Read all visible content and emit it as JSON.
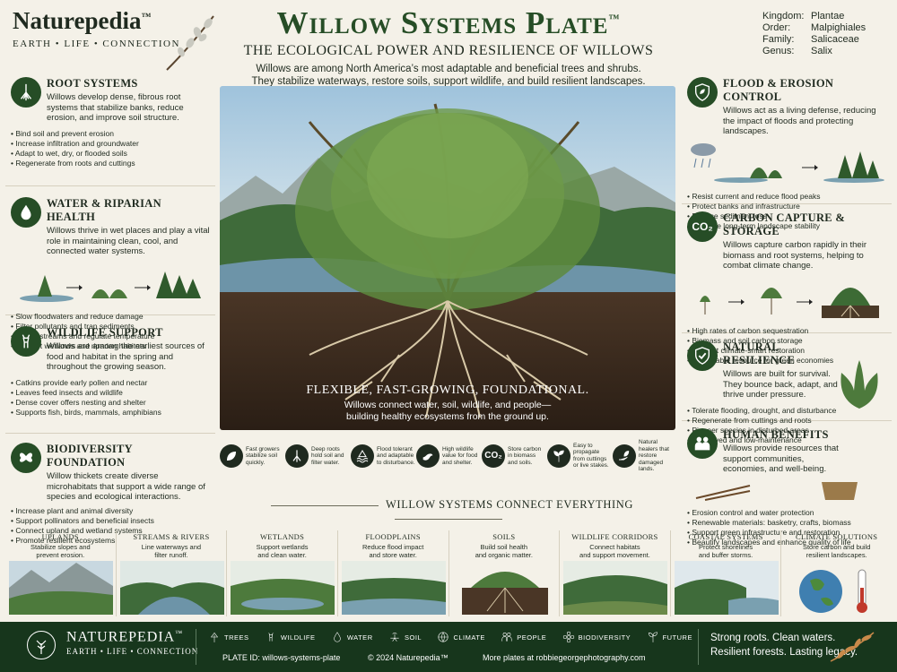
{
  "brand": {
    "name": "Naturepedia",
    "tm": "™",
    "tagline": "EARTH • LIFE • CONNECTION"
  },
  "header": {
    "title": "Willow Systems Plate",
    "tm": "™",
    "subtitle": "THE ECOLOGICAL POWER AND RESILIENCE OF WILLOWS",
    "intro_line1": "Willows are among North America’s most adaptable and beneficial trees and shrubs.",
    "intro_line2": "They stabilize waterways, restore soils, support wildlife, and build resilient landscapes."
  },
  "taxonomy": [
    {
      "k": "Kingdom:",
      "v": "Plantae"
    },
    {
      "k": "Order:",
      "v": "Malpighiales"
    },
    {
      "k": "Family:",
      "v": "Salicaceae"
    },
    {
      "k": "Genus:",
      "v": "Salix"
    }
  ],
  "left_panels": [
    {
      "icon": "roots-icon",
      "title": "Root Systems",
      "desc": "Willows develop dense, fibrous root systems that stabilize banks, reduce erosion, and improve soil structure.",
      "items": [
        "Bind soil and prevent erosion",
        "Increase infiltration and groundwater",
        "Adapt to wet, dry, or flooded soils",
        "Regenerate from roots and cuttings"
      ]
    },
    {
      "icon": "water-drop-icon",
      "title": "Water & Riparian Health",
      "desc": "Willows thrive in wet places and play a vital role in maintaining clean, cool, and connected water systems.",
      "items": [
        "Slow floodwaters and reduce damage",
        "Filter pollutants and trap sediments",
        "Shade streams and regulate temperature",
        "Support wetlands and riparian habitats"
      ]
    },
    {
      "icon": "deer-icon",
      "title": "Wildlife Support",
      "desc": "Willows are among the earliest sources of food and habitat in the spring and throughout the growing season.",
      "items": [
        "Catkins provide early pollen and nectar",
        "Leaves feed insects and wildlife",
        "Dense cover offers nesting and shelter",
        "Supports fish, birds, mammals, amphibians"
      ]
    },
    {
      "icon": "butterfly-icon",
      "title": "Biodiversity Foundation",
      "desc": "Willow thickets create diverse microhabitats that support a wide range of species and ecological interactions.",
      "items": [
        "Increase plant and animal diversity",
        "Support pollinators and beneficial insects",
        "Connect upland and wetland systems",
        "Promote resilient ecosystems"
      ]
    }
  ],
  "right_panels": [
    {
      "icon": "shield-leaf-icon",
      "title": "Flood & Erosion Control",
      "desc": "Willows act as a living defense, reducing the impact of floods and protecting landscapes.",
      "items": [
        "Resist current and reduce flood peaks",
        "Protect banks and infrastructure",
        "Reduce sediment loss",
        "Increase long-term landscape stability"
      ]
    },
    {
      "icon": "co2-icon",
      "icon_text": "CO₂",
      "title": "Carbon Capture & Storage",
      "desc": "Willows capture carbon rapidly in their biomass and root systems, helping to combat climate change.",
      "items": [
        "High rates of carbon sequestration",
        "Biomass and soil carbon storage",
        "Support climate-smart restoration",
        "Renewable resource for green economies"
      ]
    },
    {
      "icon": "shield-check-icon",
      "title": "Natural Resilience",
      "desc": "Willows are built for survival. They bounce back, adapt, and thrive under pressure.",
      "items": [
        "Tolerate flooding, drought, and disturbance",
        "Regenerate from cuttings and roots",
        "Pioneer species in disturbed areas",
        "Long-lived and low-maintenance"
      ]
    },
    {
      "icon": "people-icon",
      "title": "Human Benefits",
      "desc": "Willows provide resources that support communities, economies, and well-being.",
      "items": [
        "Erosion control and water protection",
        "Renewable materials: basketry, crafts, biomass",
        "Support green infrastructure and restoration",
        "Beautify landscapes and enhance quality of life"
      ]
    }
  ],
  "hero": {
    "caption_title": "FLEXIBLE, FAST-GROWING, FOUNDATIONAL.",
    "caption_line1": "Willows connect water, soil, wildlife, and people—",
    "caption_line2": "building healthy ecosystems from the ground up."
  },
  "features": [
    {
      "icon": "leaf-icon",
      "text": "Fast growers stabilize soil quickly."
    },
    {
      "icon": "roots-icon",
      "text": "Deep roots hold soil and filter water."
    },
    {
      "icon": "water-wave-icon",
      "text": "Flood tolerant and adaptable to disturbance."
    },
    {
      "icon": "bird-icon",
      "text": "High wildlife value for food and shelter."
    },
    {
      "icon": "co2-icon",
      "icon_text": "CO₂",
      "text": "Store carbon in biomass and soils."
    },
    {
      "icon": "seedling-icon",
      "text": "Easy to propagate from cuttings or live stakes."
    },
    {
      "icon": "hand-leaf-icon",
      "text": "Natural healers that restore damaged lands."
    }
  ],
  "connect_heading": "WILLOW SYSTEMS CONNECT EVERYTHING",
  "scenes": [
    {
      "title": "Uplands",
      "line1": "Stabilize slopes and",
      "line2": "prevent erosion."
    },
    {
      "title": "Streams & Rivers",
      "line1": "Line waterways and",
      "line2": "filter runoff."
    },
    {
      "title": "Wetlands",
      "line1": "Support wetlands",
      "line2": "and clean water."
    },
    {
      "title": "Floodplains",
      "line1": "Reduce flood impact",
      "line2": "and store water."
    },
    {
      "title": "Soils",
      "line1": "Build soil health",
      "line2": "and organic matter."
    },
    {
      "title": "Wildlife Corridors",
      "line1": "Connect habitats",
      "line2": "and support movement."
    },
    {
      "title": "Coastal Systems",
      "line1": "Protect shorelines",
      "line2": "and buffer storms."
    },
    {
      "title": "Climate Solutions",
      "line1": "Store carbon and build",
      "line2": "resilient landscapes."
    }
  ],
  "footer": {
    "brand": "NATUREPEDIA",
    "tm": "™",
    "tagline": "EARTH • LIFE • CONNECTION",
    "nav": [
      {
        "icon": "tree-icon",
        "label": "TREES"
      },
      {
        "icon": "deer-icon",
        "label": "WILDLIFE"
      },
      {
        "icon": "water-drop-icon",
        "label": "WATER"
      },
      {
        "icon": "soil-icon",
        "label": "SOIL"
      },
      {
        "icon": "globe-icon",
        "label": "CLIMATE"
      },
      {
        "icon": "people-icon",
        "label": "PEOPLE"
      },
      {
        "icon": "flower-icon",
        "label": "BIODIVERSITY"
      },
      {
        "icon": "sprout-icon",
        "label": "FUTURE"
      }
    ],
    "plate_id": "PLATE ID: willows-systems-plate",
    "copyright": "© 2024 Naturepedia™",
    "more": "More plates at robbiegeorgephotography.com",
    "slogan_line1": "Strong roots. Clean waters.",
    "slogan_line2": "Resilient forests. Lasting legacy."
  },
  "colors": {
    "primary_green": "#264d26",
    "footer_green": "#17361c",
    "paper": "#f4f1e8"
  }
}
